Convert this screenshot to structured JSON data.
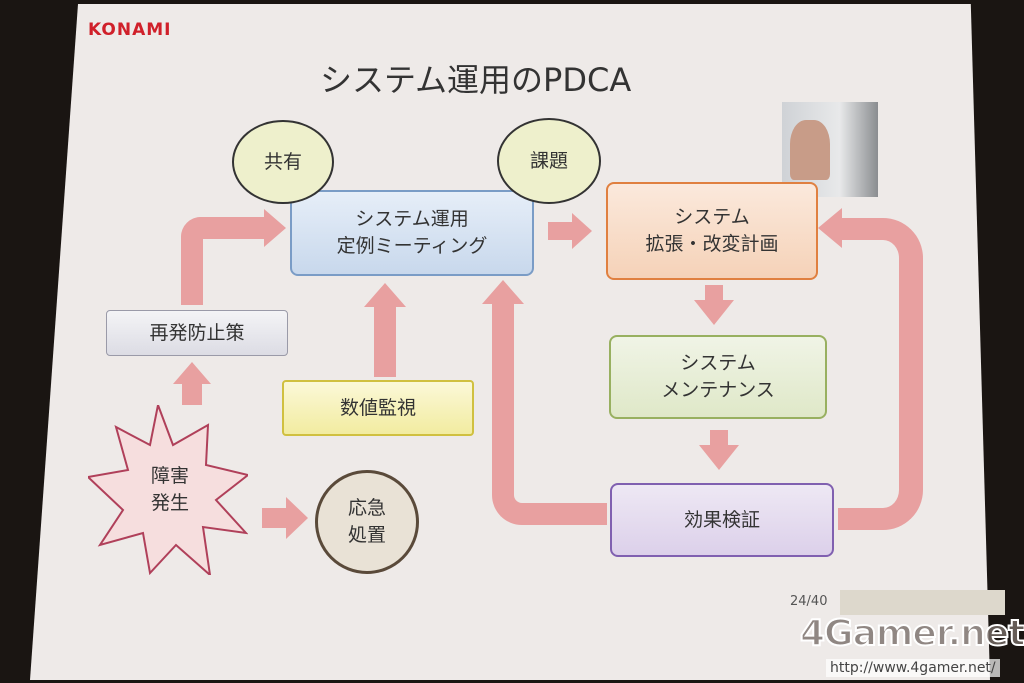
{
  "logo": "KONAMI",
  "title": "システム運用のPDCA",
  "bubbles": {
    "share": "共有",
    "issue": "課題"
  },
  "nodes": {
    "meeting": "システム運用\n定例ミーティング",
    "plan": "システム\n拡張・改変計画",
    "maintenance": "システム\nメンテナンス",
    "verify": "効果検証",
    "prevent": "再発防止策",
    "monitor": "数値監視",
    "incident": "障害\n発生",
    "response": "応急\n処置"
  },
  "page_number": "24/40",
  "watermark": {
    "site": "4Gamer.net",
    "url": "http://www.4gamer.net/"
  },
  "colors": {
    "arrow": "#e8a0a0",
    "logo": "#d0202a"
  }
}
